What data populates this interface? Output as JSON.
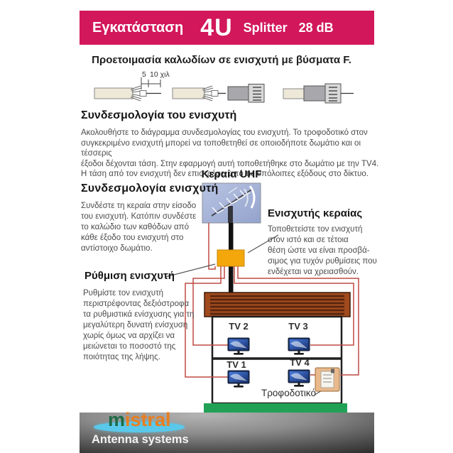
{
  "header": {
    "prefix": "Εγκατάσταση",
    "model": "4U",
    "type": "Splitter",
    "gain": "28 dB"
  },
  "prep": {
    "title": "Προετοιμασία καλωδίων σε ενισχυτή με βύσματα F.",
    "dim_small": "5",
    "dim_large": "10 χιλ"
  },
  "sections": {
    "wiring": {
      "heading": "Συνδεσμολογία του ενισχυτή",
      "body": [
        "Ακολουθήστε το διάγραμμα συνδεσμολογίας του ενισχυτή. Το τροφοδοτικό στον",
        "συγκεκριμένο ενισχυτή μπορεί να τοποθετηθεί σε οποιοδήποτε δωμάτιο και οι τέσσερις",
        "έξοδοι δέχονται τάση. Στην εφαρμογή αυτή τοποθετήθηκε στο δωμάτιο με την TV4.",
        "Η τάση από τον ενισχυτή δεν επιστρέφει από τις υπόλοιπες εξόδους στο δίκτυο."
      ]
    },
    "antenna_wiring": {
      "heading": "Συνδεσμολογία ενισχυτή",
      "body": [
        "Συνδέστε τη κεραία στην είσοδο",
        "του ενισχυτή. Κατόπιν συνδέστε",
        "το καλώδιο των καθόδων από",
        "κάθε έξοδο του ενισχυτή στο",
        "αντίστοιχο δωμάτιο."
      ]
    },
    "antenna_amp": {
      "heading": "Ενισχυτής κεραίας",
      "body": [
        "Τοποθετείστε τον ενισχυτή",
        "στον ιστό και σε τέτοια",
        "θέση ώστε να είναι προσβά-",
        "σιμος για τυχόν ρυθμίσεις που",
        "ενδέχεται να χρειασθούν."
      ]
    },
    "adjustment": {
      "heading": "Ρύθμιση ενισχυτή",
      "body": [
        "Ρυθμίστε τον ενισχυτή",
        "περιστρέφοντας δεξιόστροφα",
        "τα ρυθμιστικά ενίσχυσης για τη",
        "μεγαλύτερη δυνατή ενίσχυση",
        "χωρίς όμως να αρχίζει να",
        "μειώνεται το ποσοστό της",
        "ποιότητας της λήψης."
      ]
    }
  },
  "diagram": {
    "antenna_label": "Κεραία UHF",
    "psu_label": "Τροφοδοτικό",
    "tv_labels": {
      "tv1": "TV 1",
      "tv2": "TV 2",
      "tv3": "TV 3",
      "tv4": "TV 4"
    }
  },
  "footer": {
    "brand_first": "m",
    "brand_rest": "istral",
    "tagline": "Antenna systems"
  },
  "colors": {
    "header_bg": "#d2175a",
    "amplifier_orange": "#f3a70b",
    "cable_red": "#bf4a44",
    "roof_brown": "#a04a1e",
    "ground_green": "#21a156",
    "sky_blue": "#a9b6d9",
    "tv_screen_blue": "#2e64c8",
    "logo_green": "#1d6b45",
    "logo_orange": "#e87e1f",
    "logo_ellipse": "#5ac8ea"
  }
}
